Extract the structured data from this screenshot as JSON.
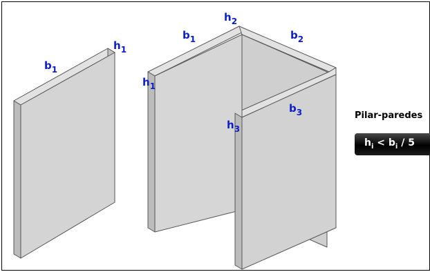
{
  "colors": {
    "label": "#0b1ec8",
    "wall_front": "#d4d4d4",
    "wall_side": "#c2c2c2",
    "wall_top": "#e2e2e2",
    "outline": "#555555",
    "formula_bg": "#000000",
    "formula_text": "#ffffff"
  },
  "single_wall": {
    "labels": {
      "b1": {
        "base": "b",
        "sub": "1"
      },
      "h1": {
        "base": "h",
        "sub": "1"
      }
    }
  },
  "u_wall": {
    "labels": {
      "b1": {
        "base": "b",
        "sub": "1"
      },
      "h1": {
        "base": "h",
        "sub": "1"
      },
      "h2": {
        "base": "h",
        "sub": "2"
      },
      "b2": {
        "base": "b",
        "sub": "2"
      },
      "b3": {
        "base": "b",
        "sub": "3"
      },
      "h3": {
        "base": "h",
        "sub": "3"
      }
    }
  },
  "side_panel": {
    "title": "Pilar-paredes",
    "formula": {
      "lhs_base": "h",
      "lhs_sub": "i",
      "operator": " < ",
      "rhs_base": "b",
      "rhs_sub": "i",
      "tail": " / 5"
    }
  }
}
